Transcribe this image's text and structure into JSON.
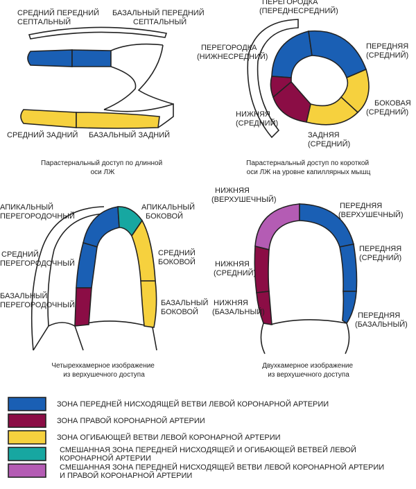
{
  "colors": {
    "lad": "#1a5fb4",
    "rca": "#8b0d45",
    "lcx": "#f6d13e",
    "lad_lcx": "#17a7a1",
    "lad_rca": "#b45cb4"
  },
  "panel1": {
    "label_mid_ant_sept": [
      "СРЕДНИЙ ПЕРЕДНИЙ",
      "СЕПТАЛЬНЫЙ"
    ],
    "label_bas_ant_sept": [
      "БАЗАЛЬНЫЙ ПЕРЕДНИЙ",
      "СЕПТАЛЬНЫЙ"
    ],
    "label_mid_post": "СРЕДНИЙ ЗАДНИЙ",
    "label_bas_post": "БАЗАЛЬНЫЙ ЗАДНИЙ",
    "caption": [
      "Парастернальный доступ по длинной",
      "оси ЛЖ"
    ]
  },
  "panel2": {
    "label_septum_ant": [
      "ПЕРЕГОРОДКА",
      "(ПЕРЕДНЕСРЕДНИЙ)"
    ],
    "label_septum_inf": [
      "ПЕРЕГОРОДКА",
      "(НИЖНЕСРЕДНИЙ)"
    ],
    "label_anterior": [
      "ПЕРЕДНЯЯ",
      "(СРЕДНИЙ)"
    ],
    "label_lateral": [
      "БОКОВАЯ",
      "(СРЕДНИЙ)"
    ],
    "label_inferior": [
      "НИЖНЯЯ",
      "(СРЕДНИЙ)"
    ],
    "label_posterior": [
      "ЗАДНЯЯ",
      "(СРЕДНИЙ)"
    ],
    "caption": [
      "Парастернальный доступ по короткой",
      "оси ЛЖ на уровне капиллярных мышц"
    ]
  },
  "panel3": {
    "label_apical_sept": [
      "АПИКАЛЬНЫЙ",
      "ПЕРЕГОРОДОЧНЫЙ"
    ],
    "label_mid_sept": [
      "СРЕДНИЙ",
      "ПЕРЕГОРОДОЧНЫЙ"
    ],
    "label_bas_sept": [
      "БАЗАЛЬНЫЙ",
      "ПЕРЕГОРОДОЧНЫЙ"
    ],
    "label_apical_lat": [
      "АПИКАЛЬНЫЙ",
      "БОКОВОЙ"
    ],
    "label_mid_lat": [
      "СРЕДНИЙ",
      "БОКОВОЙ"
    ],
    "label_bas_lat": [
      "БАЗАЛЬНЫЙ",
      "БОКОВОЙ"
    ],
    "caption": [
      "Четырехкамерное изображение",
      "из верхушечного доступа"
    ]
  },
  "panel4": {
    "label_inf_apex": [
      "НИЖНЯЯ",
      "(ВЕРХУШЕЧНЫЙ)"
    ],
    "label_inf_mid": [
      "НИЖНЯЯ",
      "(СРЕДНИЙ)"
    ],
    "label_inf_bas": [
      "НИЖНЯЯ",
      "(БАЗАЛЬНЫЙ)"
    ],
    "label_ant_apex": [
      "ПЕРЕДНЯЯ",
      "(ВЕРХУШЕЧНЫЙ)"
    ],
    "label_ant_mid": [
      "ПЕРЕДНЯЯ",
      "(СРЕДНИЙ)"
    ],
    "label_ant_bas": [
      "ПЕРЕДНЯЯ",
      "(БАЗАЛЬНЫЙ)"
    ],
    "caption": [
      "Двухкамерное изображение",
      "из верхушечного доступа"
    ]
  },
  "legend": [
    {
      "color": "lad",
      "text": [
        "ЗОНА ПЕРЕДНЕЙ НИСХОДЯЩЕЙ ВЕТВИ ЛЕВОЙ КОРОНАРНОЙ АРТЕРИИ"
      ]
    },
    {
      "color": "rca",
      "text": [
        "ЗОНА ПРАВОЙ КОРОНАРНОЙ АРТЕРИИ"
      ]
    },
    {
      "color": "lcx",
      "text": [
        "ЗОНА ОГИБАЮЩЕЙ ВЕТВИ ЛЕВОЙ КОРОНАРНОЙ АРТЕРИИ"
      ]
    },
    {
      "color": "lad_lcx",
      "text": [
        "СМЕШАННАЯ ЗОНА ПЕРЕДНЕЙ НИСХОДЯЩЕЙ И ОГИБАЮЩЕЙ ВЕТВЕЙ ЛЕВОЙ",
        "КОРОНАРНОЙ АРТЕРИИ"
      ]
    },
    {
      "color": "lad_rca",
      "text": [
        "СМЕШАННАЯ ЗОНА ПЕРЕДНЕЙ НИСХОДЯЩЕЙ ВЕТВИ ЛЕВОЙ КОРОНАРНОЙ АРТЕРИИ",
        "И ПРАВОЙ КОРОНАРНОЙ АРТЕРИИ"
      ]
    }
  ]
}
